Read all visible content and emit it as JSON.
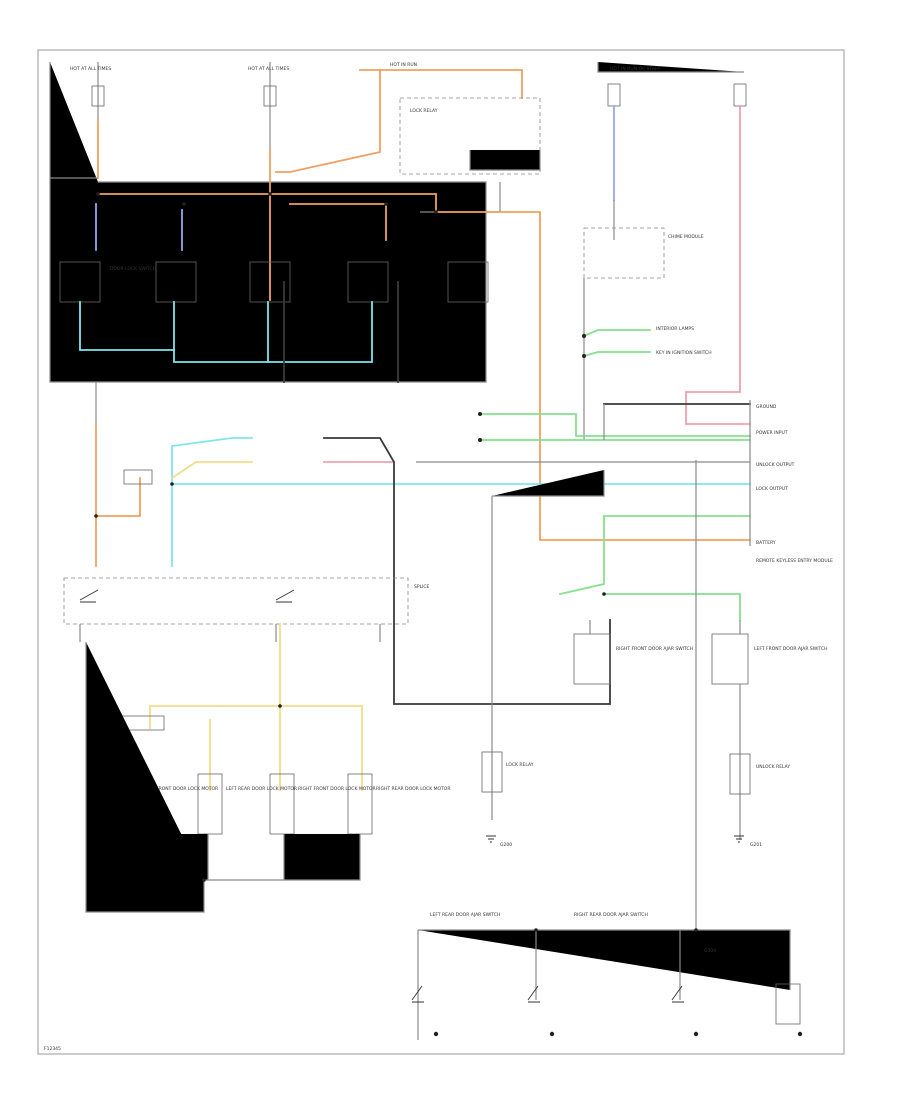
{
  "diagram": {
    "footer_code": "F12345",
    "labels": {
      "fuse_top_left": "HOT AT ALL TIMES",
      "fuse_top_mid": "HOT AT ALL TIMES",
      "hot_run": "HOT IN RUN",
      "fuse_top_right": "HOT IN RUN OR START",
      "ground_right": "GROUND",
      "power_input": "POWER INPUT",
      "lock_output": "LOCK OUTPUT",
      "unlock_output": "UNLOCK OUTPUT",
      "battery": "BATTERY",
      "module": "REMOTE KEYLESS ENTRY MODULE",
      "door_lock_switch": "DOOR LOCK SWITCH",
      "interior_lamps": "INTERIOR LAMPS",
      "chime_module": "CHIME MODULE",
      "lf_door_lock_motor": "LEFT FRONT DOOR LOCK MOTOR",
      "rf_door_lock_motor": "RIGHT FRONT DOOR LOCK MOTOR",
      "lr_door_lock_motor": "LEFT REAR DOOR LOCK MOTOR",
      "rr_door_lock_motor": "RIGHT REAR DOOR LOCK MOTOR",
      "lf_door_ajar": "LEFT FRONT DOOR AJAR SWITCH",
      "rf_door_ajar": "RIGHT FRONT DOOR AJAR SWITCH",
      "lr_door_ajar": "LEFT REAR DOOR AJAR SWITCH",
      "rr_door_ajar": "RIGHT REAR DOOR AJAR SWITCH",
      "key_in_ignition": "KEY IN IGNITION SWITCH",
      "lock_relay": "LOCK RELAY",
      "unlock_relay": "UNLOCK RELAY",
      "splice": "SPLICE",
      "g200": "G200",
      "g201": "G201",
      "g300": "G300"
    }
  }
}
